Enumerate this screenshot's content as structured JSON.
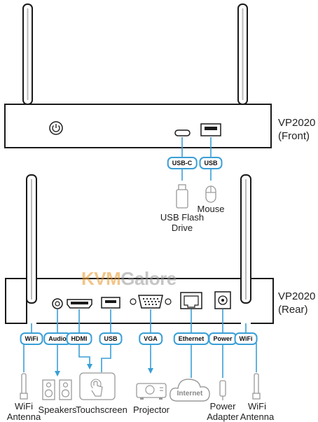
{
  "colors": {
    "accent": "#3a9fd6",
    "outline": "#1a1a1a",
    "watermark_orange": "#e89628",
    "watermark_gray": "#969696"
  },
  "front": {
    "model_label": "VP2020",
    "side_label": "(Front)",
    "ports": [
      {
        "name": "usb-c",
        "label": "USB-C"
      },
      {
        "name": "usb",
        "label": "USB"
      }
    ],
    "devices": [
      {
        "name": "usb-flash-drive",
        "icon": "usb-flash-drive-icon",
        "lines": [
          "USB Flash",
          "Drive"
        ]
      },
      {
        "name": "mouse",
        "icon": "mouse-icon",
        "lines": [
          "Mouse"
        ]
      }
    ]
  },
  "rear": {
    "model_label": "VP2020",
    "side_label": "(Rear)",
    "ports": [
      {
        "name": "wifi-left",
        "label": "WiFi"
      },
      {
        "name": "audio",
        "label": "Audio"
      },
      {
        "name": "hdmi",
        "label": "HDMI"
      },
      {
        "name": "usb",
        "label": "USB"
      },
      {
        "name": "vga",
        "label": "VGA"
      },
      {
        "name": "ethernet",
        "label": "Ethernet"
      },
      {
        "name": "power",
        "label": "Power"
      },
      {
        "name": "wifi-right",
        "label": "WiFi"
      }
    ],
    "devices": [
      {
        "name": "wifi-antenna-left",
        "icon": "antenna-icon",
        "lines": [
          "WiFi",
          "Antenna"
        ]
      },
      {
        "name": "speakers",
        "icon": "speakers-icon",
        "lines": [
          "Speakers"
        ]
      },
      {
        "name": "touchscreen",
        "icon": "touchscreen-icon",
        "lines": [
          "Touchscreen"
        ]
      },
      {
        "name": "projector",
        "icon": "projector-icon",
        "lines": [
          "Projector"
        ]
      },
      {
        "name": "internet",
        "icon": "cloud-icon",
        "lines": [
          "Internet"
        ]
      },
      {
        "name": "power-adapter",
        "icon": "power-adapter-icon",
        "lines": [
          "Power",
          "Adapter"
        ]
      },
      {
        "name": "wifi-antenna-right",
        "icon": "antenna-icon",
        "lines": [
          "WiFi",
          "Antenna"
        ]
      }
    ]
  },
  "watermark": {
    "part1": "KVM",
    "part2": "Galore"
  }
}
